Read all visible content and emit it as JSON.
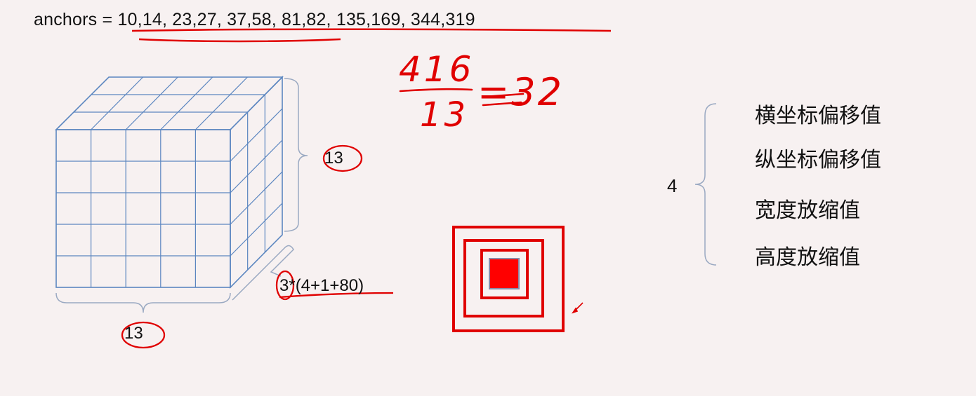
{
  "anchors": {
    "prefix": "anchors = ",
    "values": "10,14,  23,27,  37,58,  81,82,  135,169,  344,319"
  },
  "tensor": {
    "height_label": "13",
    "width_label": "13",
    "depth_label": "3*(4+1+80)"
  },
  "handwriting": {
    "numerator": "416",
    "denominator": "13",
    "result": "=32"
  },
  "offsets": {
    "count": "4",
    "items": [
      "横坐标偏移值",
      "纵坐标偏移值",
      "宽度放缩值",
      "高度放缩值"
    ]
  },
  "colors": {
    "grid_line": "#5b86c0",
    "annotation_red": "#e00000",
    "background": "#f7f1f1",
    "inner_square_border": "#8a8aa8"
  }
}
